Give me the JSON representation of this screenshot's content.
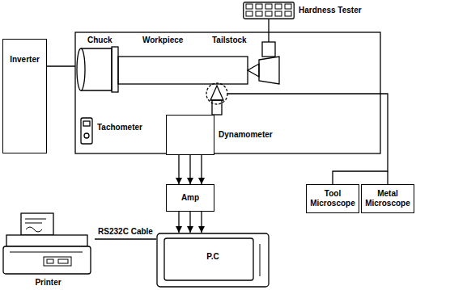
{
  "diagram": {
    "nodes": [
      {
        "text": [
          "Hardness Tester"
        ]
      },
      {
        "text": [
          "Inverter"
        ]
      },
      {
        "text": [
          "Dynamometer"
        ]
      },
      {
        "text": [
          "Amp"
        ]
      },
      {
        "text": [
          "Tool Microscope"
        ]
      },
      {
        "text": [
          "Metal Microscope"
        ]
      },
      {
        "text": [
          "Printer"
        ]
      },
      {
        "text": [
          "P.C"
        ]
      }
    ],
    "edges": [
      {
        "from": 2,
        "to": 3,
        "arrow": "to"
      },
      {
        "from": 2,
        "to": 3,
        "arrow": "to"
      },
      {
        "from": 2,
        "to": 3,
        "arrow": "to"
      },
      {
        "from": 3,
        "to": 7,
        "arrow": "to"
      },
      {
        "from": 3,
        "to": 7,
        "arrow": "to"
      },
      {
        "from": 3,
        "to": 7,
        "arrow": "to"
      },
      {
        "from": 6,
        "to": 7,
        "label": "RS232C Cable",
        "arrow": "none"
      }
    ],
    "labels": [
      "Chuck",
      "Workpiece",
      "Tailstock",
      "Tachometer"
    ]
  }
}
